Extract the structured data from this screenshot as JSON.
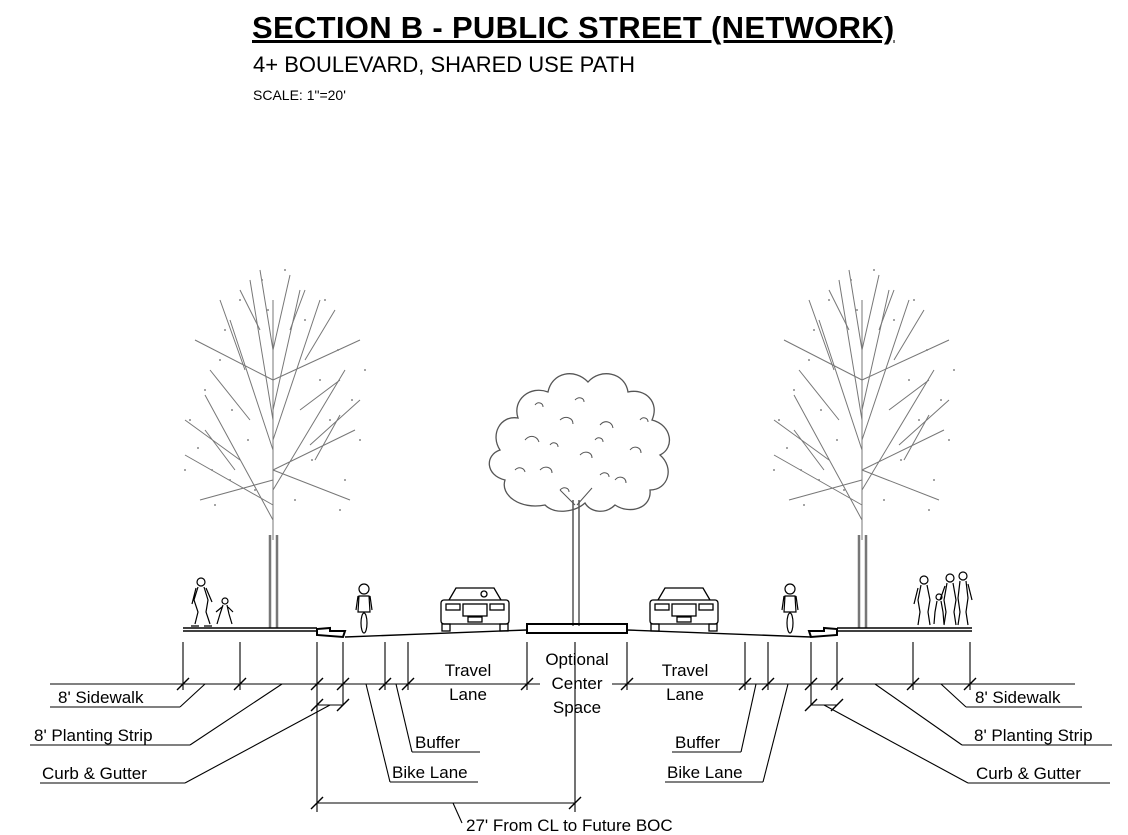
{
  "header": {
    "title": "SECTION B - PUBLIC STREET (NETWORK)",
    "subtitle": "4+ BOULEVARD, SHARED USE PATH",
    "scale": "SCALE: 1\"=20'"
  },
  "labels": {
    "travel_lane_left": [
      "Travel",
      "Lane"
    ],
    "center": [
      "Optional",
      "Center",
      "Space"
    ],
    "travel_lane_right": [
      "Travel",
      "Lane"
    ],
    "sidewalk_left": "8' Sidewalk",
    "planting_left": "8' Planting Strip",
    "curb_left": "Curb & Gutter",
    "buffer_left": "Buffer",
    "bike_left": "Bike Lane",
    "buffer_right": "Buffer",
    "bike_right": "Bike Lane",
    "sidewalk_right": "8' Sidewalk",
    "planting_right": "8' Planting Strip",
    "curb_right": "Curb & Gutter",
    "dimension": "27' From CL to Future BOC"
  }
}
